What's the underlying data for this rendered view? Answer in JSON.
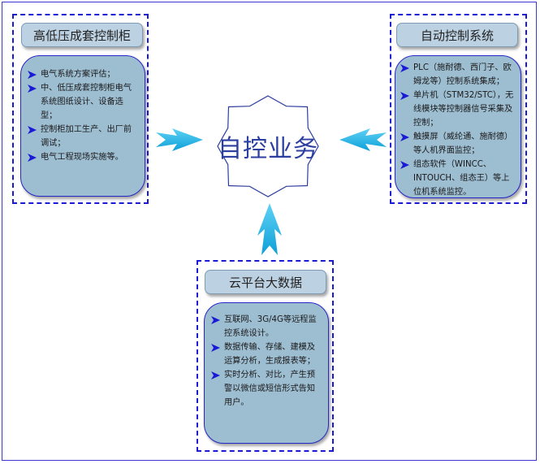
{
  "center": {
    "label": "自控业务"
  },
  "groups": [
    {
      "id": "switchgear",
      "title": "高低压成套控制柜",
      "items": [
        "电气系统方案评估；",
        "中、低压成套控制柜电气系统图纸设计、设备选型；",
        "控制柜加工生产、出厂前调试；",
        "电气工程现场实施等。"
      ]
    },
    {
      "id": "automation",
      "title": "自动控制系统",
      "items": [
        "PLC（施耐德、西门子、欧姆龙等）控制系统集成；",
        "单片机（STM32/STC），无线模块等控制器信号采集及控制；",
        "触摸屏（威纶通、施耐德）等人机界面监控；",
        "组态软件（WINCC、INTOUCH、组态王）等上位机系统监控。"
      ]
    },
    {
      "id": "cloud",
      "title": "云平台大数据",
      "items": [
        "互联网、3G/4G等远程监控系统设计。",
        "数据传输、存储、建模及运算分析，生成报表等；",
        "实时分析、对比，产生预警以微信或短信形式告知用户。"
      ]
    }
  ],
  "colors": {
    "arrow": "#1ab3e8",
    "bullet": "#1a1ad6",
    "border": "#1a1ad6",
    "card": "#9dbdd1",
    "title": "#bcd1e2"
  }
}
